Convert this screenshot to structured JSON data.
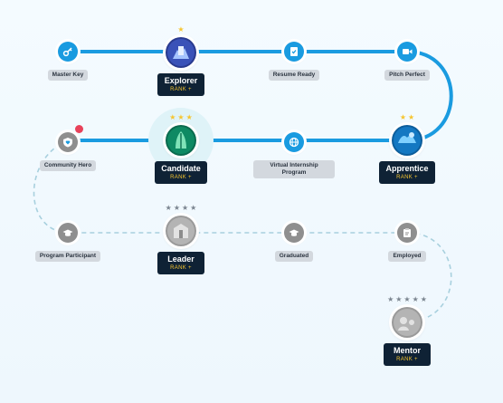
{
  "colors": {
    "path_active": "#1a9be0",
    "path_inactive": "#a8d0de",
    "rank_card_bg": "#0f2235",
    "rank_text": "#f6c530",
    "label_pill_bg": "#d3d8de"
  },
  "milestones": {
    "master_key": {
      "label": "Master Key",
      "icon": "key-icon",
      "status": "earned"
    },
    "resume_ready": {
      "label": "Resume Ready",
      "icon": "document-check-icon",
      "status": "earned"
    },
    "pitch_perfect": {
      "label": "Pitch Perfect",
      "icon": "video-icon",
      "status": "earned"
    },
    "community_hero": {
      "label": "Community Hero",
      "icon": "heart-shield-icon",
      "status": "locked"
    },
    "virtual_internship": {
      "label": "Virtual Internship Program",
      "icon": "globe-icon",
      "status": "earned"
    },
    "program_participant": {
      "label": "Program Participant",
      "icon": "graduation-cap-icon",
      "status": "locked"
    },
    "graduated": {
      "label": "Graduated",
      "icon": "graduation-cap-icon",
      "status": "locked"
    },
    "employed": {
      "label": "Employed",
      "icon": "clipboard-icon",
      "status": "locked"
    }
  },
  "ranks": {
    "explorer": {
      "title": "Explorer",
      "subtitle": "RANK +",
      "stars_earned": 1,
      "stars_total": 1
    },
    "candidate": {
      "title": "Candidate",
      "subtitle": "RANK +",
      "stars_earned": 3,
      "stars_total": 3
    },
    "apprentice": {
      "title": "Apprentice",
      "subtitle": "RANK +",
      "stars_earned": 2,
      "stars_total": 2
    },
    "leader": {
      "title": "Leader",
      "subtitle": "RANK +",
      "stars_earned": 0,
      "stars_total": 4
    },
    "mentor": {
      "title": "Mentor",
      "subtitle": "RANK +",
      "stars_earned": 0,
      "stars_total": 5
    }
  }
}
